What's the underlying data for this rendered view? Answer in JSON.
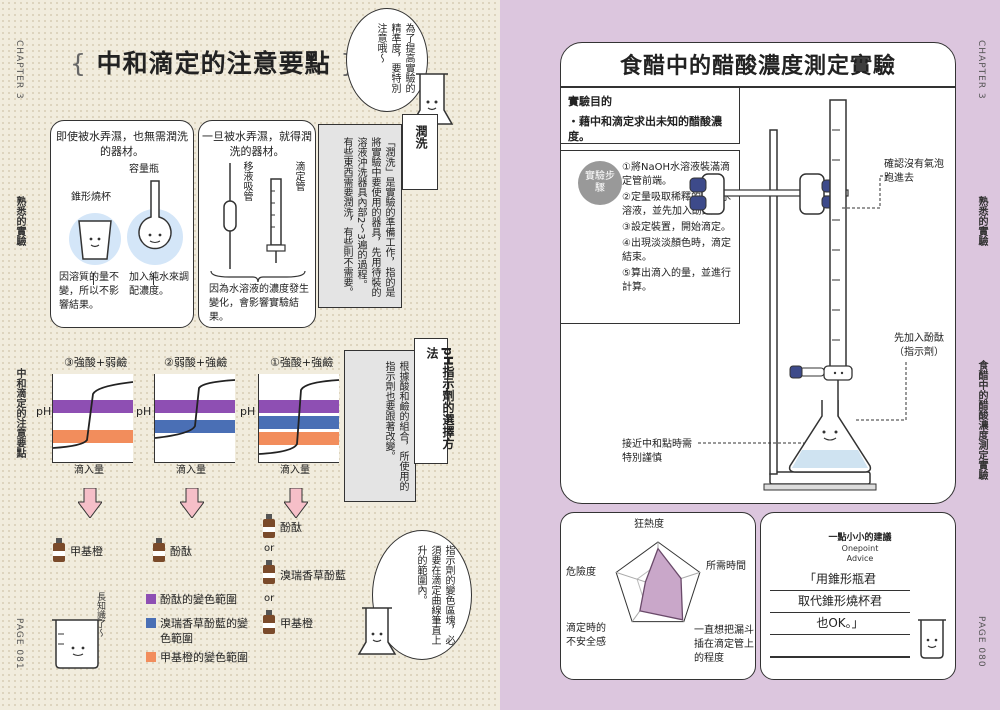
{
  "left": {
    "chapter_label": "CHAPTER 3",
    "side_tag_top": "熟悉的實驗",
    "side_tag_bottom": "中和滴定的注意要點",
    "page_number": "PAGE 081",
    "title": "中和滴定的注意要點",
    "speech_bubble": "為了提高實驗的精準度，要特別注意哦～",
    "panel1": {
      "heading": "即使被水弄濕，也無需潤洗的器材。",
      "flask_label": "容量瓶",
      "beaker_label": "錐形燒杯",
      "note_left": "因溶質的量不變，所以不影響結果。",
      "note_right": "加入純水來調配濃度。"
    },
    "panel2": {
      "heading": "一旦被水弄濕，就得潤洗的器材。",
      "pipette_label": "移液吸管",
      "burette_label": "滴定管",
      "note": "因為水溶液的濃度發生變化，會影響實驗結果。"
    },
    "rinse_box": {
      "tag": "潤洗",
      "text": "「潤洗」是實驗的準備工作，指的是將實驗中要使用的器具，先用待裝的溶液沖洗器具內部2～3遍的過程。有些東西需要潤洗，有些則不需要。"
    },
    "indicator_box": {
      "tag": "pH指示劑的選擇方法",
      "text": "根據酸和鹼的組合，所使用的指示劑也要跟著改變。"
    },
    "graphs": [
      {
        "title": "③強酸+弱鹼",
        "ylabel": "pH",
        "xlabel": "滴入量"
      },
      {
        "title": "②弱酸+強鹼",
        "ylabel": "pH",
        "xlabel": "滴入量"
      },
      {
        "title": "①強酸+強鹼",
        "ylabel": "pH",
        "xlabel": "滴入量"
      }
    ],
    "indicators": {
      "col1": "甲基橙",
      "col2": "酚酞",
      "col3_a": "酚酞",
      "or1": "or",
      "col3_b": "溴瑞香草酚藍",
      "or2": "or",
      "col3_c": "甲基橙"
    },
    "legend": [
      {
        "color": "#8e4fb3",
        "label": "酚酞的變色範圍"
      },
      {
        "color": "#4a6fb5",
        "label": "溴瑞香草酚藍的變色範圍"
      },
      {
        "color": "#f28d5c",
        "label": "甲基橙的變色範圍"
      }
    ],
    "bottom_bubble": "指示劑的變色區塊，必須要在滴定曲線筆直上升的範圍內。",
    "beaker_murmur": "長知識了～",
    "colors": {
      "purple": "#8e4fb3",
      "blue": "#4a6fb5",
      "orange": "#f28d5c",
      "pink": "#f6bfc8"
    }
  },
  "right": {
    "chapter_label": "CHAPTER 3",
    "side_tag_top": "熟悉的實驗",
    "side_tag_bottom": "食醋中的醋酸濃度測定實驗",
    "page_number": "PAGE 080",
    "title": "食醋中的醋酸濃度測定實驗",
    "purpose_heading": "實驗目的",
    "purpose_text": "・藉中和滴定求出未知的醋酸濃度。",
    "steps_badge": "實驗步驟",
    "steps": [
      "①將NaOH水溶液裝滿滴定管前端。",
      "②定量吸取稀釋的食醋水溶液，並先加入酚酞。",
      "③設定裝置，開始滴定。",
      "④出現淡淡顏色時，滴定結束。",
      "⑤算出滴入的量，並進行計算。"
    ],
    "callouts": {
      "bubble_check": "確認沒有氣泡跑進去",
      "add_indicator": "先加入酚酞（指示劑）",
      "careful": "接近中和點時需特別謹慎"
    },
    "radar": {
      "labels": [
        "狂熱度",
        "所需時間",
        "一直想把漏斗插在滴定管上的程度",
        "滴定時的不安全感",
        "危險度"
      ],
      "values": [
        0.85,
        0.55,
        0.95,
        0.7,
        0.3
      ],
      "color": "#c9a7c9"
    },
    "advice": {
      "heading": "一點小小的建議",
      "subheading": "Onepoint Advice",
      "lines": [
        "「用錐形瓶君",
        "取代錐形燒杯君",
        "也OK。」"
      ]
    }
  }
}
